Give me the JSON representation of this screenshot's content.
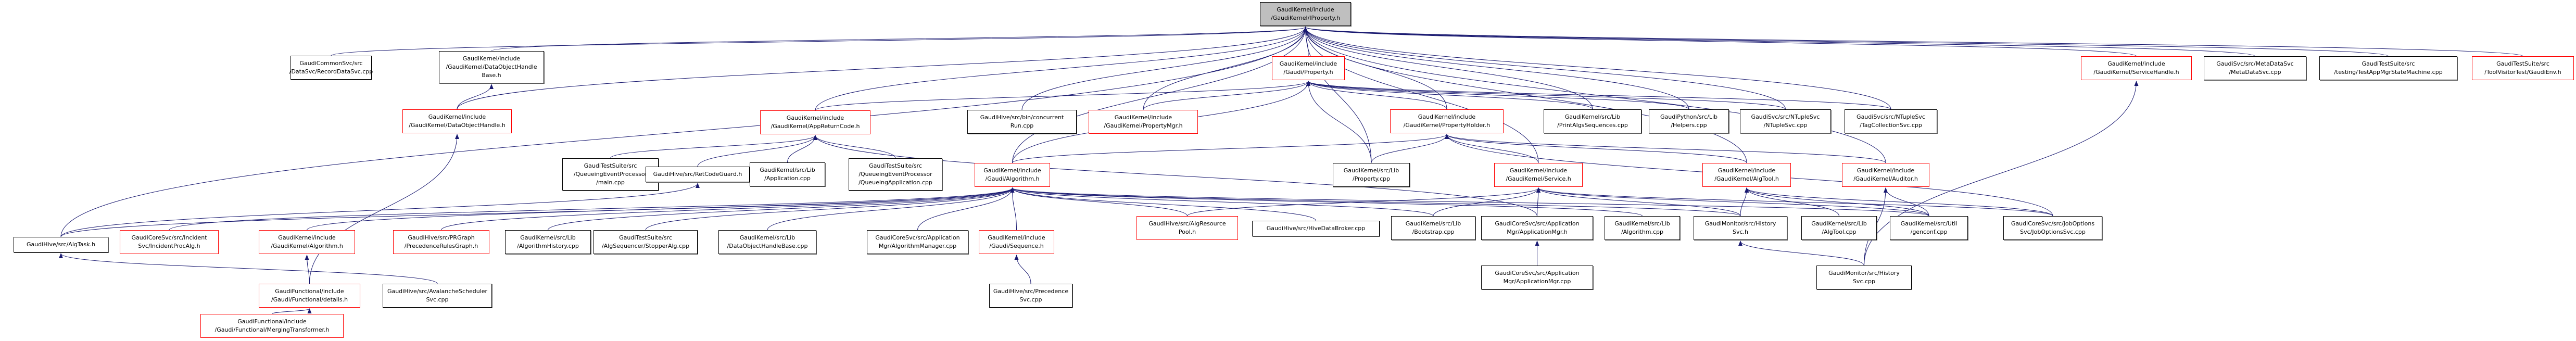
{
  "graph": {
    "title": "GaudiKernel/include/GaudiKernel/IProperty.h",
    "edge_color": "#191970",
    "nodes": [
      {
        "id": "root",
        "label": "GaudiKernel/include\n/GaudiKernel/IProperty.h",
        "style": "root"
      },
      {
        "id": "recorddatasvc",
        "label": "GaudiCommonSvc/src\n/DataSvc/RecordDataSvc.cpp",
        "style": "normal"
      },
      {
        "id": "dohbase",
        "label": "GaudiKernel/include\n/GaudiKernel/DataObjectHandle\nBase.h",
        "style": "normal"
      },
      {
        "id": "doh",
        "label": "GaudiKernel/include\n/GaudiKernel/DataObjectHandle.h",
        "style": "red"
      },
      {
        "id": "gaudiproperty",
        "label": "GaudiKernel/include\n/Gaudi/Property.h",
        "style": "red"
      },
      {
        "id": "appreturncode",
        "label": "GaudiKernel/include\n/GaudiKernel/AppReturnCode.h",
        "style": "red"
      },
      {
        "id": "concurrentrun",
        "label": "GaudiHive/src/bin/concurrent\nRun.cpp",
        "style": "normal"
      },
      {
        "id": "propertymgr",
        "label": "GaudiKernel/include\n/GaudiKernel/PropertyMgr.h",
        "style": "red"
      },
      {
        "id": "propertyholder",
        "label": "GaudiKernel/include\n/GaudiKernel/PropertyHolder.h",
        "style": "red"
      },
      {
        "id": "printalgs",
        "label": "GaudiKernel/src/Lib\n/PrintAlgsSequences.cpp",
        "style": "normal"
      },
      {
        "id": "helpers",
        "label": "GaudiPython/src/Lib\n/Helpers.cpp",
        "style": "normal"
      },
      {
        "id": "ntuplesvc",
        "label": "GaudiSvc/src/NTupleSvc\n/NTupleSvc.cpp",
        "style": "normal"
      },
      {
        "id": "tagcollection",
        "label": "GaudiSvc/src/NTupleSvc\n/TagCollectionSvc.cpp",
        "style": "normal"
      },
      {
        "id": "servicehandle",
        "label": "GaudiKernel/include\n/GaudiKernel/ServiceHandle.h",
        "style": "red"
      },
      {
        "id": "metadatasvc",
        "label": "GaudiSvc/src/MetaDataSvc\n/MetaDataSvc.cpp",
        "style": "normal"
      },
      {
        "id": "testappmgr",
        "label": "GaudiTestSuite/src\n/testing/TestAppMgrStateMachine.cpp",
        "style": "normal"
      },
      {
        "id": "gaudienv",
        "label": "GaudiTestSuite/src\n/ToolVisitorTest/GaudiEnv.h",
        "style": "red"
      },
      {
        "id": "qepmain",
        "label": "GaudiTestSuite/src\n/QueueingEventProcessor\n/main.cpp",
        "style": "normal"
      },
      {
        "id": "retcodeguard",
        "label": "GaudiHive/src/RetCodeGuard.h",
        "style": "normal"
      },
      {
        "id": "application",
        "label": "GaudiKernel/src/Lib\n/Application.cpp",
        "style": "normal"
      },
      {
        "id": "qepapp",
        "label": "GaudiTestSuite/src\n/QueueingEventProcessor\n/QueueingApplication.cpp",
        "style": "normal"
      },
      {
        "id": "gaudialgorithm",
        "label": "GaudiKernel/include\n/Gaudi/Algorithm.h",
        "style": "red"
      },
      {
        "id": "libproperty",
        "label": "GaudiKernel/src/Lib\n/Property.cpp",
        "style": "normal"
      },
      {
        "id": "service",
        "label": "GaudiKernel/include\n/GaudiKernel/Service.h",
        "style": "red"
      },
      {
        "id": "algtoolh",
        "label": "GaudiKernel/include\n/GaudiKernel/AlgTool.h",
        "style": "red"
      },
      {
        "id": "auditor",
        "label": "GaudiKernel/include\n/GaudiKernel/Auditor.h",
        "style": "red"
      },
      {
        "id": "algtask",
        "label": "GaudiHive/src/AlgTask.h",
        "style": "normal"
      },
      {
        "id": "incidentprocalg",
        "label": "GaudiCoreSvc/src/Incident\nSvc/IncidentProcAlg.h",
        "style": "red"
      },
      {
        "id": "gkalgorithm",
        "label": "GaudiKernel/include\n/GaudiKernel/Algorithm.h",
        "style": "red"
      },
      {
        "id": "prgraph",
        "label": "GaudiHive/src/PRGraph\n/PrecedenceRulesGraph.h",
        "style": "red"
      },
      {
        "id": "alghistory",
        "label": "GaudiKernel/src/Lib\n/AlgorithmHistory.cpp",
        "style": "normal"
      },
      {
        "id": "stopperalg",
        "label": "GaudiTestSuite/src\n/AlgSequencer/StopperAlg.cpp",
        "style": "normal"
      },
      {
        "id": "dohbasecpp",
        "label": "GaudiKernel/src/Lib\n/DataObjectHandleBase.cpp",
        "style": "normal"
      },
      {
        "id": "algmanager",
        "label": "GaudiCoreSvc/src/Application\nMgr/AlgorithmManager.cpp",
        "style": "normal"
      },
      {
        "id": "sequence",
        "label": "GaudiKernel/include\n/Gaudi/Sequence.h",
        "style": "red"
      },
      {
        "id": "algresourcepool",
        "label": "GaudiHive/src/AlgResource\nPool.h",
        "style": "red"
      },
      {
        "id": "hivedatabroker",
        "label": "GaudiHive/src/HiveDataBroker.cpp",
        "style": "normal"
      },
      {
        "id": "bootstrap",
        "label": "GaudiKernel/src/Lib\n/Bootstrap.cpp",
        "style": "normal"
      },
      {
        "id": "appmgrh",
        "label": "GaudiCoreSvc/src/Application\nMgr/ApplicationMgr.h",
        "style": "normal"
      },
      {
        "id": "algorithmcpp",
        "label": "GaudiKernel/src/Lib\n/Algorithm.cpp",
        "style": "normal"
      },
      {
        "id": "historysvch",
        "label": "GaudiMonitor/src/History\nSvc.h",
        "style": "normal"
      },
      {
        "id": "algtoolcpp",
        "label": "GaudiKernel/src/Lib\n/AlgTool.cpp",
        "style": "normal"
      },
      {
        "id": "genconf",
        "label": "GaudiKernel/src/Util\n/genconf.cpp",
        "style": "normal"
      },
      {
        "id": "joboptions",
        "label": "GaudiCoreSvc/src/JobOptions\nSvc/JobOptionsSvc.cpp",
        "style": "normal"
      },
      {
        "id": "functionaldetails",
        "label": "GaudiFunctional/include\n/Gaudi/Functional/details.h",
        "style": "red"
      },
      {
        "id": "avalanche",
        "label": "GaudiHive/src/AvalancheScheduler\nSvc.cpp",
        "style": "normal"
      },
      {
        "id": "precedencesvc",
        "label": "GaudiHive/src/Precedence\nSvc.cpp",
        "style": "normal"
      },
      {
        "id": "appmgrcpp",
        "label": "GaudiCoreSvc/src/Application\nMgr/ApplicationMgr.cpp",
        "style": "normal"
      },
      {
        "id": "historysvccpp",
        "label": "GaudiMonitor/src/History\nSvc.cpp",
        "style": "normal"
      },
      {
        "id": "mergingtransformer",
        "label": "GaudiFunctional/include\n/Gaudi/Functional/MergingTransformer.h",
        "style": "red"
      }
    ],
    "edges": [
      [
        "recorddatasvc",
        "root"
      ],
      [
        "dohbase",
        "root"
      ],
      [
        "doh",
        "dohbase"
      ],
      [
        "doh",
        "root"
      ],
      [
        "gaudiproperty",
        "root"
      ],
      [
        "appreturncode",
        "root"
      ],
      [
        "concurrentrun",
        "root"
      ],
      [
        "propertymgr",
        "root"
      ],
      [
        "propertyholder",
        "root"
      ],
      [
        "printalgs",
        "root"
      ],
      [
        "helpers",
        "root"
      ],
      [
        "ntuplesvc",
        "root"
      ],
      [
        "tagcollection",
        "root"
      ],
      [
        "servicehandle",
        "root"
      ],
      [
        "metadatasvc",
        "root"
      ],
      [
        "testappmgr",
        "root"
      ],
      [
        "gaudienv",
        "root"
      ],
      [
        "libproperty",
        "root"
      ],
      [
        "service",
        "root"
      ],
      [
        "algtoolh",
        "root"
      ],
      [
        "auditor",
        "root"
      ],
      [
        "gaudialgorithm",
        "root"
      ],
      [
        "algtask",
        "root"
      ],
      [
        "appreturncode",
        "gaudiproperty"
      ],
      [
        "propertymgr",
        "gaudiproperty"
      ],
      [
        "propertyholder",
        "gaudiproperty"
      ],
      [
        "printalgs",
        "gaudiproperty"
      ],
      [
        "helpers",
        "gaudiproperty"
      ],
      [
        "ntuplesvc",
        "gaudiproperty"
      ],
      [
        "tagcollection",
        "gaudiproperty"
      ],
      [
        "libproperty",
        "gaudiproperty"
      ],
      [
        "gaudialgorithm",
        "gaudiproperty"
      ],
      [
        "service",
        "propertyholder"
      ],
      [
        "algtoolh",
        "propertyholder"
      ],
      [
        "auditor",
        "propertyholder"
      ],
      [
        "libproperty",
        "propertyholder"
      ],
      [
        "gaudialgorithm",
        "propertyholder"
      ],
      [
        "joboptions",
        "propertyholder"
      ],
      [
        "qepmain",
        "appreturncode"
      ],
      [
        "retcodeguard",
        "appreturncode"
      ],
      [
        "application",
        "appreturncode"
      ],
      [
        "qepapp",
        "appreturncode"
      ],
      [
        "appmgrh",
        "appreturncode"
      ],
      [
        "algtask",
        "retcodeguard"
      ],
      [
        "gkalgorithm",
        "gaudialgorithm"
      ],
      [
        "incidentprocalg",
        "gaudialgorithm"
      ],
      [
        "prgraph",
        "gaudialgorithm"
      ],
      [
        "alghistory",
        "gaudialgorithm"
      ],
      [
        "stopperalg",
        "gaudialgorithm"
      ],
      [
        "dohbasecpp",
        "gaudialgorithm"
      ],
      [
        "algmanager",
        "gaudialgorithm"
      ],
      [
        "sequence",
        "gaudialgorithm"
      ],
      [
        "algresourcepool",
        "gaudialgorithm"
      ],
      [
        "hivedatabroker",
        "gaudialgorithm"
      ],
      [
        "bootstrap",
        "gaudialgorithm"
      ],
      [
        "algorithmcpp",
        "gaudialgorithm"
      ],
      [
        "historysvch",
        "gaudialgorithm"
      ],
      [
        "genconf",
        "gaudialgorithm"
      ],
      [
        "algtask",
        "gaudialgorithm"
      ],
      [
        "appmgrh",
        "service"
      ],
      [
        "historysvch",
        "service"
      ],
      [
        "algresourcepool",
        "service"
      ],
      [
        "bootstrap",
        "service"
      ],
      [
        "genconf",
        "service"
      ],
      [
        "joboptions",
        "service"
      ],
      [
        "algtoolcpp",
        "algtoolh"
      ],
      [
        "historysvch",
        "algtoolh"
      ],
      [
        "genconf",
        "algtoolh"
      ],
      [
        "joboptions",
        "algtoolh"
      ],
      [
        "genconf",
        "auditor"
      ],
      [
        "historysvccpp",
        "auditor"
      ],
      [
        "appmgrcpp",
        "appmgrh"
      ],
      [
        "historysvccpp",
        "historysvch"
      ],
      [
        "functionaldetails",
        "gkalgorithm"
      ],
      [
        "mergingtransformer",
        "functionaldetails"
      ],
      [
        "avalanche",
        "algtask"
      ],
      [
        "precedencesvc",
        "sequence"
      ],
      [
        "functionaldetails",
        "doh"
      ],
      [
        "historysvccpp",
        "servicehandle"
      ]
    ]
  }
}
